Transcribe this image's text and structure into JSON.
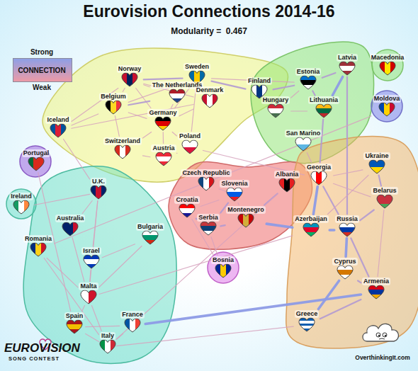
{
  "diagram": {
    "title": "Eurovision Connections 2014-16",
    "nodes": [
      {
        "text": [
          "Norway"
        ]
      },
      {
        "text": [
          "Sweden"
        ]
      },
      {
        "text": [
          "Finland"
        ]
      },
      {
        "text": [
          "The Netherlands"
        ]
      },
      {
        "text": [
          "Belgium"
        ]
      },
      {
        "text": [
          "Denmark"
        ]
      },
      {
        "text": [
          "Estonia"
        ]
      },
      {
        "text": [
          "Latvia"
        ]
      },
      {
        "text": [
          "Macedonia"
        ]
      },
      {
        "text": [
          "Iceland"
        ]
      },
      {
        "text": [
          "Germany"
        ]
      },
      {
        "text": [
          "Hungary"
        ]
      },
      {
        "text": [
          "Lithuania"
        ]
      },
      {
        "text": [
          "Moldova"
        ]
      },
      {
        "text": [
          "Switzerland"
        ]
      },
      {
        "text": [
          "Poland"
        ]
      },
      {
        "text": [
          "San Marino"
        ]
      },
      {
        "text": [
          "Austria"
        ]
      },
      {
        "text": [
          "Portugal"
        ]
      },
      {
        "text": [
          "Ukraine"
        ]
      },
      {
        "text": [
          "Czech Republic"
        ]
      },
      {
        "text": [
          "Albania"
        ]
      },
      {
        "text": [
          "Georgia"
        ]
      },
      {
        "text": [
          "U.K."
        ]
      },
      {
        "text": [
          "Slovenia"
        ]
      },
      {
        "text": [
          "Ireland"
        ]
      },
      {
        "text": [
          "Belarus"
        ]
      },
      {
        "text": [
          "Croatia"
        ]
      },
      {
        "text": [
          "Montenegro"
        ]
      },
      {
        "text": [
          "Australia"
        ]
      },
      {
        "text": [
          "Serbia"
        ]
      },
      {
        "text": [
          "Azerbaijan"
        ]
      },
      {
        "text": [
          "Russia"
        ]
      },
      {
        "text": [
          "Romania"
        ]
      },
      {
        "text": [
          "Bulgaria"
        ]
      },
      {
        "text": [
          "Israel"
        ]
      },
      {
        "text": [
          "Bosnia"
        ]
      },
      {
        "text": [
          "Cyprus"
        ]
      },
      {
        "text": [
          "Armenia"
        ]
      },
      {
        "text": [
          "Malta"
        ]
      },
      {
        "text": [
          "Spain"
        ]
      },
      {
        "text": [
          "France"
        ]
      },
      {
        "text": [
          "Greece"
        ]
      },
      {
        "text": [
          "Italy"
        ]
      }
    ],
    "edges": [
      {
        "from": 0,
        "to": 1,
        "arrow": "none"
      },
      {
        "from": 0,
        "to": 4,
        "arrow": "none"
      },
      {
        "from": 0,
        "to": 9,
        "arrow": "none"
      },
      {
        "from": 0,
        "to": 10,
        "arrow": "none"
      },
      {
        "from": 0,
        "to": 5,
        "arrow": "none"
      },
      {
        "from": 0,
        "to": 3,
        "arrow": "none"
      },
      {
        "from": 1,
        "to": 2,
        "arrow": "none"
      },
      {
        "from": 1,
        "to": 5,
        "arrow": "none"
      },
      {
        "from": 1,
        "to": 3,
        "arrow": "none"
      },
      {
        "from": 1,
        "to": 4,
        "arrow": "none"
      },
      {
        "from": 1,
        "to": 10,
        "arrow": "none"
      },
      {
        "from": 1,
        "to": 15,
        "arrow": "none"
      },
      {
        "from": 1,
        "to": 6,
        "arrow": "none"
      },
      {
        "from": 2,
        "to": 6,
        "arrow": "none"
      },
      {
        "from": 2,
        "to": 11,
        "arrow": "none"
      },
      {
        "from": 3,
        "to": 4,
        "arrow": "none"
      },
      {
        "from": 3,
        "to": 10,
        "arrow": "none"
      },
      {
        "from": 4,
        "to": 9,
        "arrow": "none"
      },
      {
        "from": 4,
        "to": 14,
        "arrow": "none"
      },
      {
        "from": 4,
        "to": 10,
        "arrow": "none"
      },
      {
        "from": 5,
        "to": 10,
        "arrow": "none"
      },
      {
        "from": 5,
        "to": 9,
        "arrow": "none"
      },
      {
        "from": 10,
        "to": 17,
        "arrow": "none"
      },
      {
        "from": 10,
        "to": 15,
        "arrow": "none"
      },
      {
        "from": 10,
        "to": 14,
        "arrow": "none"
      },
      {
        "from": 17,
        "to": 14,
        "arrow": "none"
      },
      {
        "from": 17,
        "to": 15,
        "arrow": "none"
      },
      {
        "from": 15,
        "to": 22,
        "arrow": "none"
      },
      {
        "from": 6,
        "to": 7,
        "arrow": "none"
      },
      {
        "from": 7,
        "to": 12,
        "arrow": "none"
      },
      {
        "from": 6,
        "to": 12,
        "arrow": "none"
      },
      {
        "from": 12,
        "to": 22,
        "arrow": "none"
      },
      {
        "from": 7,
        "to": 32,
        "arrow": "none"
      },
      {
        "from": 11,
        "to": 12,
        "arrow": "none"
      },
      {
        "from": 6,
        "to": 11,
        "arrow": "none"
      },
      {
        "from": 20,
        "to": 24,
        "arrow": "none"
      },
      {
        "from": 24,
        "to": 30,
        "arrow": "none"
      },
      {
        "from": 24,
        "to": 28,
        "arrow": "none"
      },
      {
        "from": 30,
        "to": 28,
        "arrow": "none"
      },
      {
        "from": 27,
        "to": 30,
        "arrow": "none"
      },
      {
        "from": 27,
        "to": 24,
        "arrow": "none"
      },
      {
        "from": 21,
        "to": 28,
        "arrow": "none"
      },
      {
        "from": 28,
        "to": 31,
        "arrow": "none"
      },
      {
        "from": 22,
        "to": 32,
        "arrow": "none"
      },
      {
        "from": 22,
        "to": 26,
        "arrow": "none"
      },
      {
        "from": 22,
        "to": 19,
        "arrow": "none"
      },
      {
        "from": 19,
        "to": 26,
        "arrow": "none"
      },
      {
        "from": 19,
        "to": 31,
        "arrow": "none"
      },
      {
        "from": 31,
        "to": 32,
        "arrow": "none"
      },
      {
        "from": 32,
        "to": 26,
        "arrow": "none"
      },
      {
        "from": 32,
        "to": 38,
        "arrow": "none"
      },
      {
        "from": 32,
        "to": 37,
        "arrow": "none"
      },
      {
        "from": 37,
        "to": 42,
        "arrow": "none"
      },
      {
        "from": 37,
        "to": 38,
        "arrow": "none"
      },
      {
        "from": 38,
        "to": 42,
        "arrow": "none"
      },
      {
        "from": 26,
        "to": 38,
        "arrow": "none"
      },
      {
        "from": 31,
        "to": 22,
        "arrow": "none"
      },
      {
        "from": 41,
        "to": 38,
        "arrow": "none"
      },
      {
        "from": 23,
        "to": 29,
        "arrow": "none"
      },
      {
        "from": 23,
        "to": 35,
        "arrow": "none"
      },
      {
        "from": 23,
        "to": 39,
        "arrow": "none"
      },
      {
        "from": 35,
        "to": 39,
        "arrow": "none"
      },
      {
        "from": 33,
        "to": 39,
        "arrow": "none"
      },
      {
        "from": 33,
        "to": 43,
        "arrow": "none"
      },
      {
        "from": 39,
        "to": 40,
        "arrow": "none"
      },
      {
        "from": 40,
        "to": 43,
        "arrow": "none"
      },
      {
        "from": 40,
        "to": 41,
        "arrow": "none"
      },
      {
        "from": 43,
        "to": 41,
        "arrow": "none"
      },
      {
        "from": 39,
        "to": 43,
        "arrow": "none"
      },
      {
        "from": 34,
        "to": 39,
        "arrow": "none"
      },
      {
        "from": 34,
        "to": 35,
        "arrow": "none"
      },
      {
        "from": 39,
        "to": 31,
        "arrow": "none"
      },
      {
        "from": 43,
        "to": 21,
        "arrow": "none"
      },
      {
        "from": 18,
        "to": 40,
        "arrow": "none"
      },
      {
        "from": 25,
        "to": 23,
        "arrow": "none"
      },
      {
        "from": 13,
        "to": 33,
        "arrow": "none"
      },
      {
        "from": 36,
        "to": 30,
        "arrow": "none"
      },
      {
        "from": 36,
        "to": 27,
        "arrow": "none"
      },
      {
        "from": 16,
        "to": 22,
        "arrow": "none"
      },
      {
        "from": 9,
        "to": 23,
        "arrow": "none"
      },
      {
        "from": 29,
        "to": 39,
        "arrow": "none"
      },
      {
        "from": 42,
        "to": 43,
        "arrow": "none"
      }
    ],
    "labels": [
      "Modularity =  0.467",
      "CONNECTION",
      "EUROVISION",
      "SONG CONTEST",
      "OverthinkingIt.com"
    ],
    "legend": [
      {
        "text": "Strong",
        "color": "#8e9fe6"
      },
      {
        "text": "Weak",
        "color": "#ec9aa6"
      }
    ]
  }
}
